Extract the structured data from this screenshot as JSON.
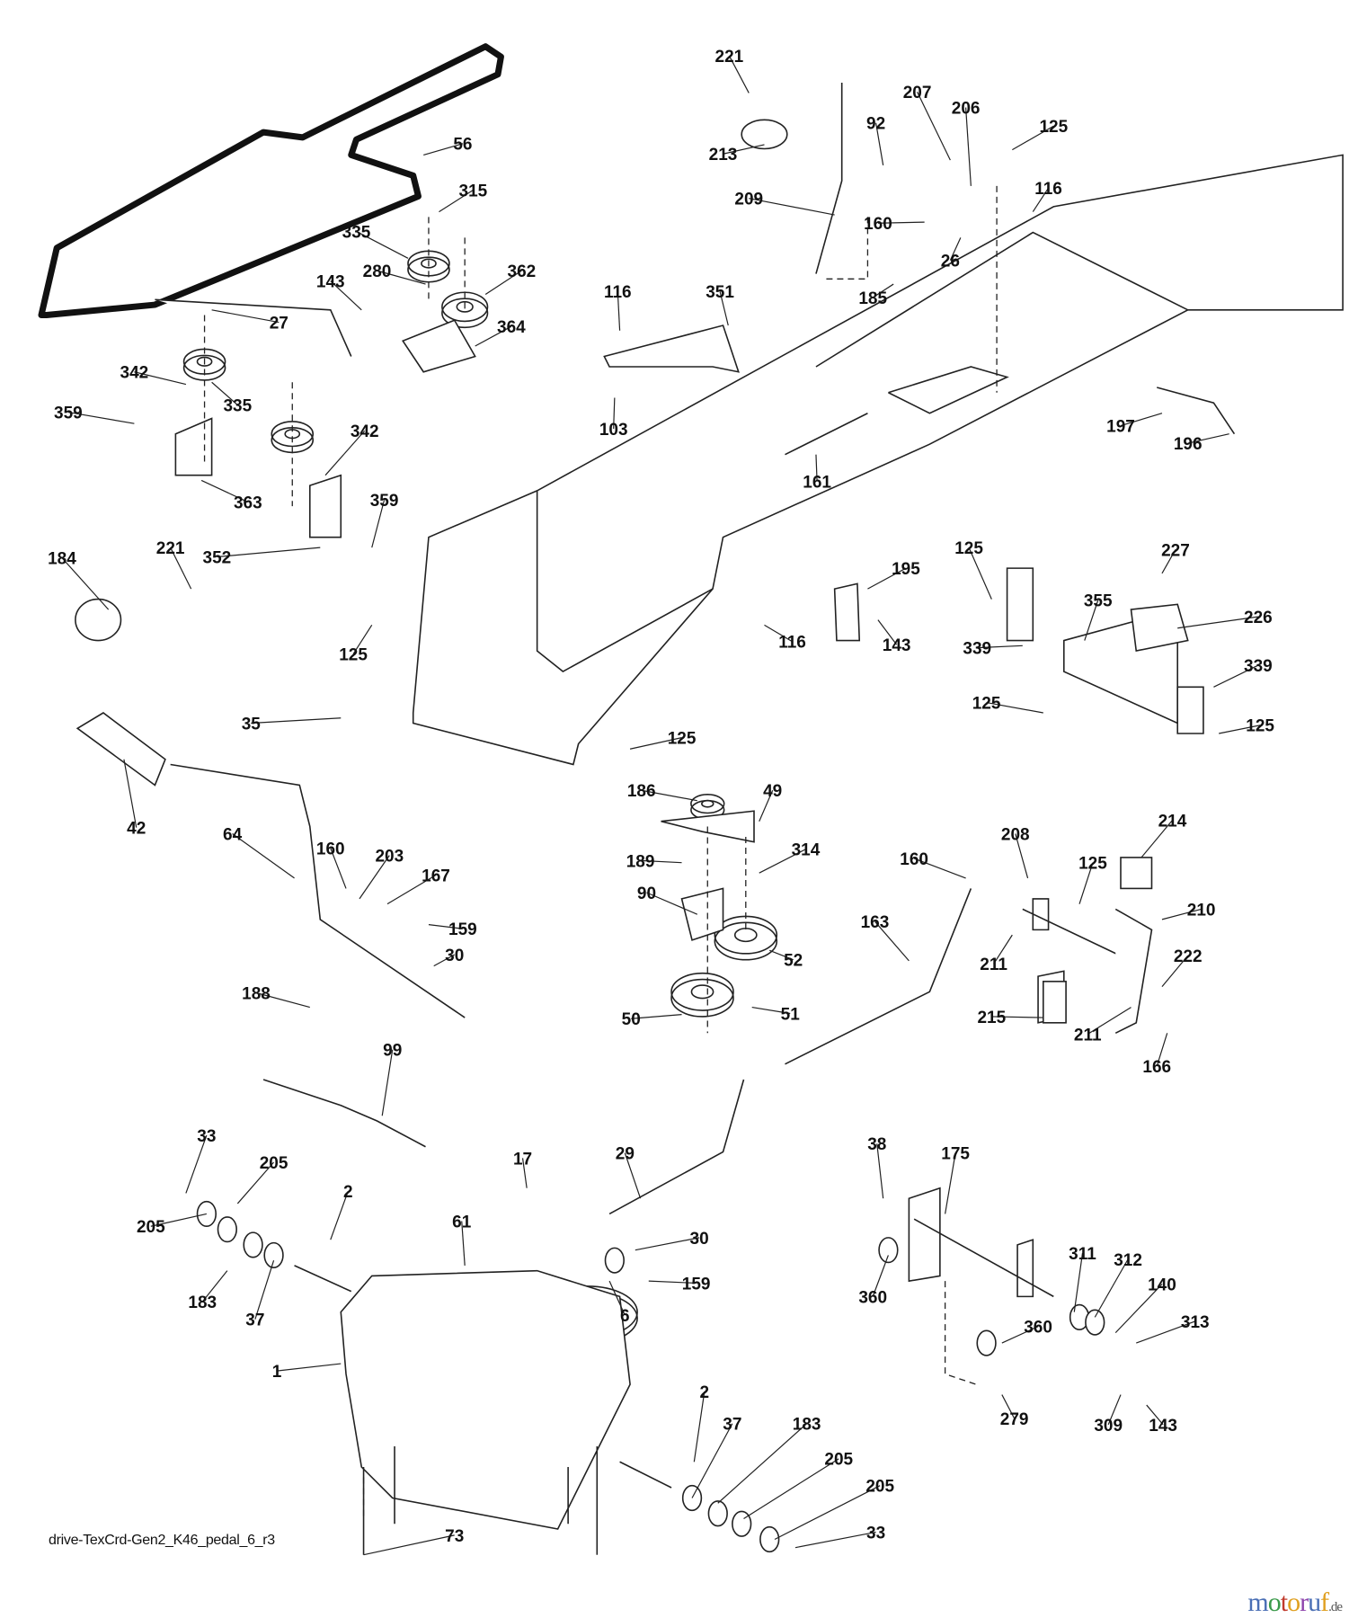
{
  "diagram": {
    "title": "drive-TexCrd-Gen2_K46_pedal_6_r3",
    "watermark": {
      "letters": [
        "m",
        "o",
        "t",
        "o",
        "r",
        "u",
        "f"
      ],
      "tld": ".de"
    },
    "callouts": [
      {
        "id": "56"
      },
      {
        "id": "315"
      },
      {
        "id": "335"
      },
      {
        "id": "280"
      },
      {
        "id": "362"
      },
      {
        "id": "143"
      },
      {
        "id": "364"
      },
      {
        "id": "27"
      },
      {
        "id": "342"
      },
      {
        "id": "335"
      },
      {
        "id": "359"
      },
      {
        "id": "342"
      },
      {
        "id": "363"
      },
      {
        "id": "352"
      },
      {
        "id": "359"
      },
      {
        "id": "221"
      },
      {
        "id": "213"
      },
      {
        "id": "209"
      },
      {
        "id": "92"
      },
      {
        "id": "207"
      },
      {
        "id": "206"
      },
      {
        "id": "125"
      },
      {
        "id": "116"
      },
      {
        "id": "160"
      },
      {
        "id": "26"
      },
      {
        "id": "185"
      },
      {
        "id": "116"
      },
      {
        "id": "351"
      },
      {
        "id": "103"
      },
      {
        "id": "197"
      },
      {
        "id": "196"
      },
      {
        "id": "161"
      },
      {
        "id": "184"
      },
      {
        "id": "221"
      },
      {
        "id": "125"
      },
      {
        "id": "35"
      },
      {
        "id": "195"
      },
      {
        "id": "143"
      },
      {
        "id": "116"
      },
      {
        "id": "125"
      },
      {
        "id": "227"
      },
      {
        "id": "355"
      },
      {
        "id": "226"
      },
      {
        "id": "339"
      },
      {
        "id": "339"
      },
      {
        "id": "125"
      },
      {
        "id": "125"
      },
      {
        "id": "125"
      },
      {
        "id": "42"
      },
      {
        "id": "64"
      },
      {
        "id": "160"
      },
      {
        "id": "203"
      },
      {
        "id": "167"
      },
      {
        "id": "159"
      },
      {
        "id": "30"
      },
      {
        "id": "188"
      },
      {
        "id": "186"
      },
      {
        "id": "49"
      },
      {
        "id": "189"
      },
      {
        "id": "314"
      },
      {
        "id": "90"
      },
      {
        "id": "52"
      },
      {
        "id": "50"
      },
      {
        "id": "51"
      },
      {
        "id": "160"
      },
      {
        "id": "208"
      },
      {
        "id": "125"
      },
      {
        "id": "214"
      },
      {
        "id": "210"
      },
      {
        "id": "163"
      },
      {
        "id": "211"
      },
      {
        "id": "222"
      },
      {
        "id": "215"
      },
      {
        "id": "211"
      },
      {
        "id": "166"
      },
      {
        "id": "99"
      },
      {
        "id": "33"
      },
      {
        "id": "205"
      },
      {
        "id": "205"
      },
      {
        "id": "2"
      },
      {
        "id": "17"
      },
      {
        "id": "29"
      },
      {
        "id": "61"
      },
      {
        "id": "183"
      },
      {
        "id": "37"
      },
      {
        "id": "30"
      },
      {
        "id": "159"
      },
      {
        "id": "6"
      },
      {
        "id": "1"
      },
      {
        "id": "38"
      },
      {
        "id": "175"
      },
      {
        "id": "360"
      },
      {
        "id": "311"
      },
      {
        "id": "312"
      },
      {
        "id": "140"
      },
      {
        "id": "313"
      },
      {
        "id": "360"
      },
      {
        "id": "279"
      },
      {
        "id": "309"
      },
      {
        "id": "143"
      },
      {
        "id": "2"
      },
      {
        "id": "37"
      },
      {
        "id": "183"
      },
      {
        "id": "205"
      },
      {
        "id": "205"
      },
      {
        "id": "33"
      },
      {
        "id": "73"
      }
    ]
  }
}
